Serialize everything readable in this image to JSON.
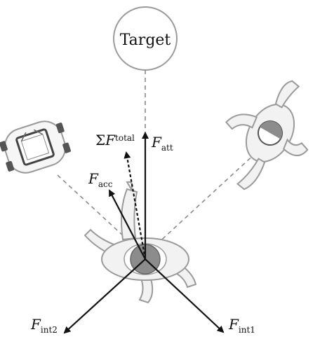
{
  "target": {
    "label": "Target"
  },
  "forces": {
    "att": {
      "symbol": "F",
      "subscript": "att"
    },
    "total": {
      "prefix": "Σ",
      "symbol": "F",
      "subscript": "total"
    },
    "acc": {
      "symbol": "F",
      "subscript": "acc"
    },
    "int1": {
      "symbol": "F",
      "subscript": "int1"
    },
    "int2": {
      "symbol": "F",
      "subscript": "int2"
    }
  },
  "colors": {
    "arrow": "#111111",
    "dashed_line": "#8a8a8a",
    "figure_outline": "#9a9a9a",
    "figure_fill": "#f2f2f2",
    "head_fill": "#8c8c8c",
    "robot_fill": "#f6f6f6",
    "robot_dark": "#555555"
  },
  "icons": {
    "target": "target-circle-icon",
    "pedestrian_main": "pedestrian-topview-icon",
    "pedestrian_other": "pedestrian-topview-icon",
    "robot": "robot-topview-icon"
  }
}
